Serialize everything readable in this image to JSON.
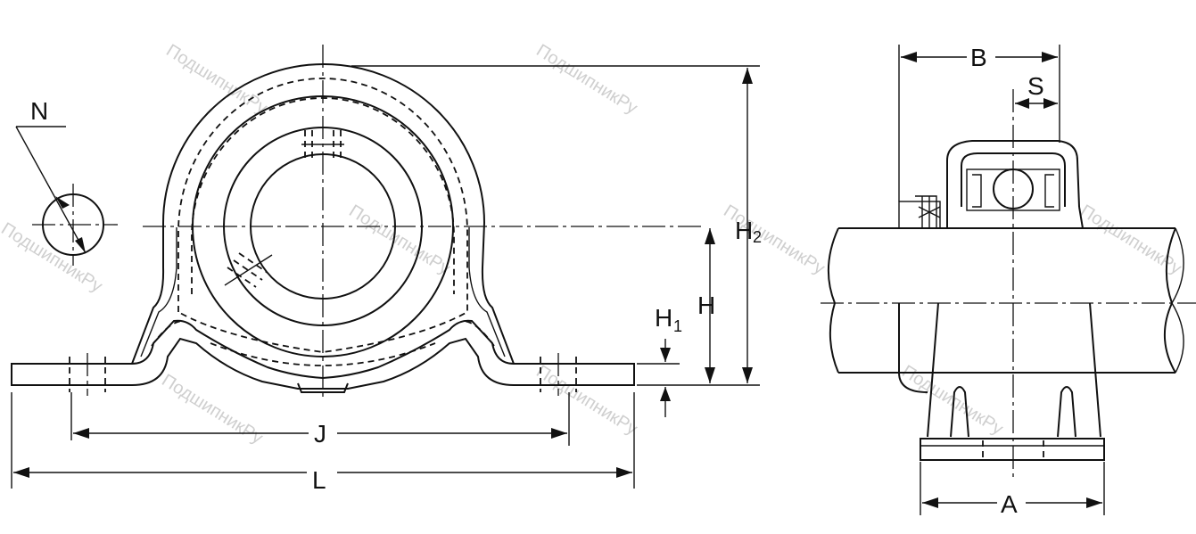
{
  "watermark": "ПодшипникРу",
  "labels": {
    "N": "N",
    "H2_main": "H",
    "H2_sub": "2",
    "H": "H",
    "H1_main": "H",
    "H1_sub": "1",
    "J": "J",
    "L": "L",
    "B": "B",
    "S": "S",
    "A": "A"
  }
}
